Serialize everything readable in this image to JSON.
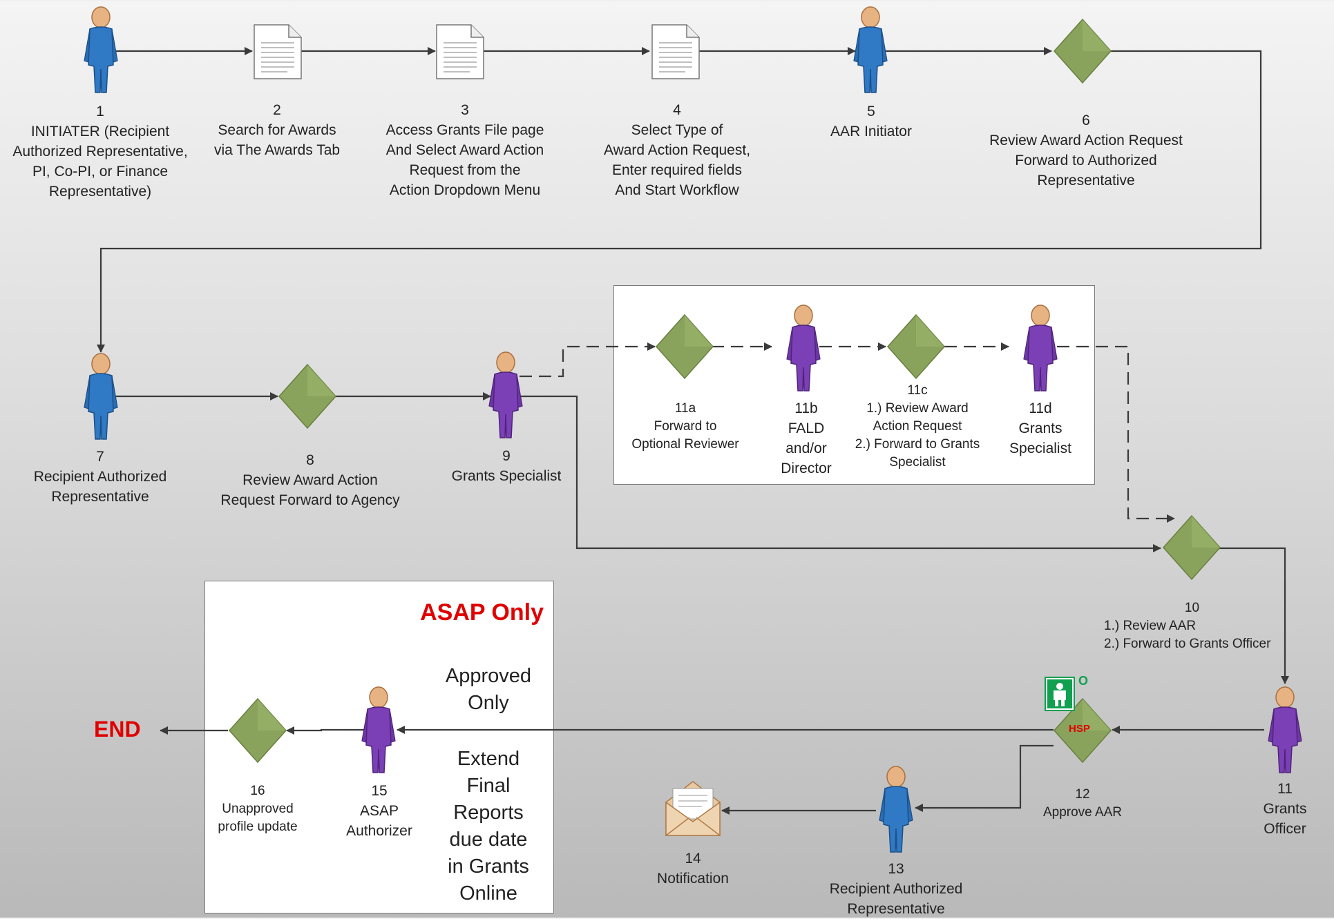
{
  "colors": {
    "connector": "#3a3a3a",
    "diamond": "#8aa35c",
    "person_blue": "#2f79c5",
    "person_purple": "#7b3fb6",
    "highlight_red": "#e00000",
    "hsp_badge": "#10a050"
  },
  "steps": [
    {
      "id": "1",
      "number": "1",
      "text": "INITIATER (Recipient\nAuthorized Representative,\nPI, Co-PI, or Finance\nRepresentative)",
      "icon": "person-blue-icon"
    },
    {
      "id": "2",
      "number": "2",
      "text": "Search for Awards\nvia The Awards Tab",
      "icon": "document-icon"
    },
    {
      "id": "3",
      "number": "3",
      "text": "Access Grants File page\nAnd Select Award Action\nRequest from the\nAction Dropdown Menu",
      "icon": "document-icon"
    },
    {
      "id": "4",
      "number": "4",
      "text": "Select Type of\nAward Action Request,\nEnter required fields\nAnd Start Workflow",
      "icon": "document-icon"
    },
    {
      "id": "5",
      "number": "5",
      "text": "AAR Initiator",
      "icon": "person-blue-icon"
    },
    {
      "id": "6",
      "number": "6",
      "text": "Review Award Action Request\nForward to Authorized\nRepresentative",
      "icon": "diamond-icon"
    },
    {
      "id": "7",
      "number": "7",
      "text": "Recipient Authorized\nRepresentative",
      "icon": "person-blue-icon"
    },
    {
      "id": "8",
      "number": "8",
      "text": "Review Award Action\nRequest Forward to Agency",
      "icon": "diamond-icon"
    },
    {
      "id": "9",
      "number": "9",
      "text": "Grants Specialist",
      "icon": "person-purple-icon"
    },
    {
      "id": "11a",
      "number": "11a",
      "text": "Forward to\nOptional Reviewer",
      "icon": "diamond-icon"
    },
    {
      "id": "11b",
      "number": "11b",
      "text": "FALD\nand/or\nDirector",
      "icon": "person-purple-icon"
    },
    {
      "id": "11c",
      "number": "11c",
      "text": "1.) Review Award\nAction Request\n2.) Forward to Grants\nSpecialist",
      "icon": "diamond-icon"
    },
    {
      "id": "11d",
      "number": "11d",
      "text": "Grants\nSpecialist",
      "icon": "person-purple-icon"
    },
    {
      "id": "10",
      "number": "10",
      "lines": [
        "1.) Review AAR",
        "2.) Forward to Grants Officer"
      ],
      "icon": "diamond-icon"
    },
    {
      "id": "11",
      "number": "11",
      "text": "Grants Officer",
      "icon": "person-purple-icon"
    },
    {
      "id": "12",
      "number": "12",
      "text": "Approve AAR",
      "icon": "diamond-icon",
      "badge": "HSP",
      "corner_badge": "O"
    },
    {
      "id": "13",
      "number": "13",
      "text": "Recipient Authorized\nRepresentative",
      "icon": "person-blue-icon"
    },
    {
      "id": "14",
      "number": "14",
      "text": "Notification",
      "icon": "envelope-icon"
    },
    {
      "id": "15",
      "number": "15",
      "text": "ASAP\nAuthorizer",
      "icon": "person-purple-icon"
    },
    {
      "id": "16",
      "number": "16",
      "text": "Unapproved\nprofile update",
      "icon": "diamond-icon"
    }
  ],
  "asap_box": {
    "title": "ASAP Only",
    "approved_text": "Approved\nOnly",
    "extend_text": "Extend\nFinal\nReports\ndue date\nin Grants\nOnline"
  },
  "end_label": "END"
}
